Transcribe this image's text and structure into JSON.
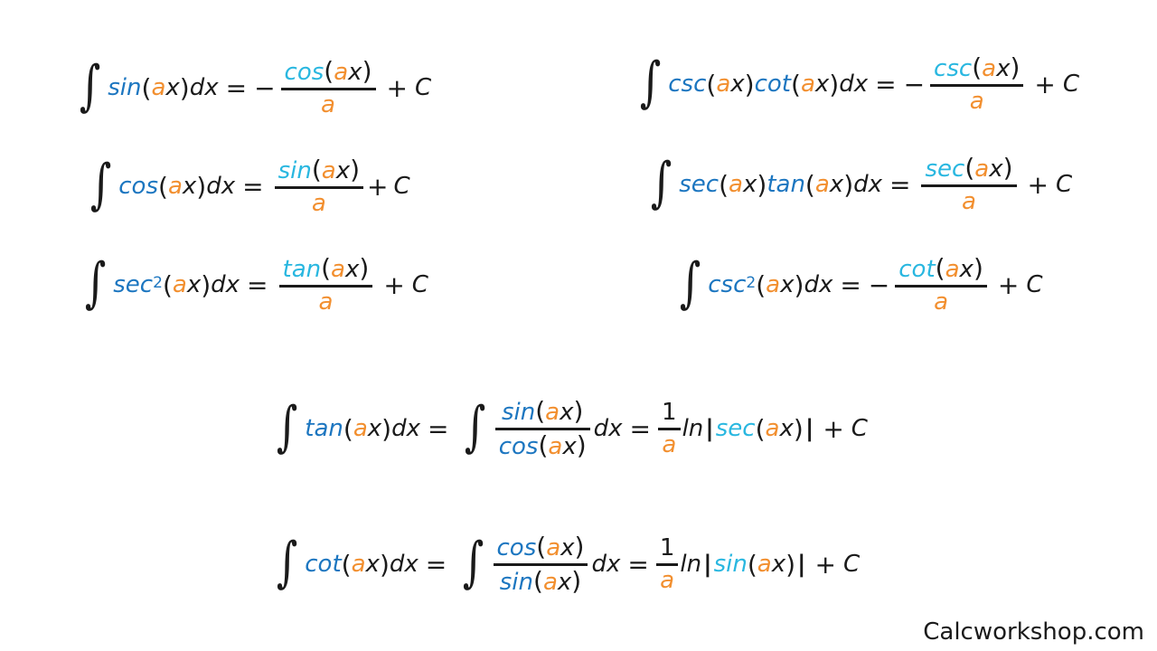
{
  "colors": {
    "function": "#1c76c0",
    "function_light": "#29b7e0",
    "constant_a": "#f28f2f",
    "text": "#1a1a1a"
  },
  "symbols": {
    "integral": "∫",
    "x": "x",
    "d": "dx",
    "eq": "=",
    "minus": "−",
    "plus": "+",
    "C": "C",
    "a": "a",
    "one": "1",
    "ln": "ln",
    "lparen": "(",
    "rparen": ")",
    "bar": "|",
    "two": "2"
  },
  "fn": {
    "sin": "sin",
    "cos": "cos",
    "tan": "tan",
    "sec": "sec",
    "csc": "csc",
    "cot": "cot"
  },
  "footer": {
    "text": "Calcworkshop.com"
  }
}
